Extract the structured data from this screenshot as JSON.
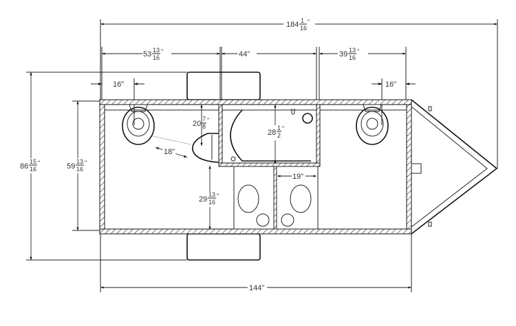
{
  "drawing": {
    "overall_length": {
      "whole": "184",
      "num": "1",
      "den": "16",
      "unit": "\""
    },
    "room_left_width": {
      "whole": "53",
      "num": "13",
      "den": "16",
      "unit": "\""
    },
    "room_center_width": {
      "whole": "44\"",
      "num": "",
      "den": "",
      "unit": ""
    },
    "room_right_width": {
      "whole": "39",
      "num": "13",
      "den": "16",
      "unit": "\""
    },
    "left_offset": "16\"",
    "right_offset": "16\"",
    "overall_height": {
      "whole": "86",
      "num": "15",
      "den": "16",
      "unit": "\""
    },
    "interior_height": {
      "whole": "59",
      "num": "13",
      "den": "16",
      "unit": "\""
    },
    "urinal_depth": {
      "whole": "20",
      "num": "7",
      "den": "8",
      "unit": "\""
    },
    "toilet_clearance": "18\"",
    "shower_depth": {
      "whole": "28",
      "num": "1",
      "den": "2",
      "unit": "\""
    },
    "lower_height": {
      "whole": "29",
      "num": "13",
      "den": "16",
      "unit": "\""
    },
    "stall_width": "19\"",
    "body_length": "144\""
  }
}
